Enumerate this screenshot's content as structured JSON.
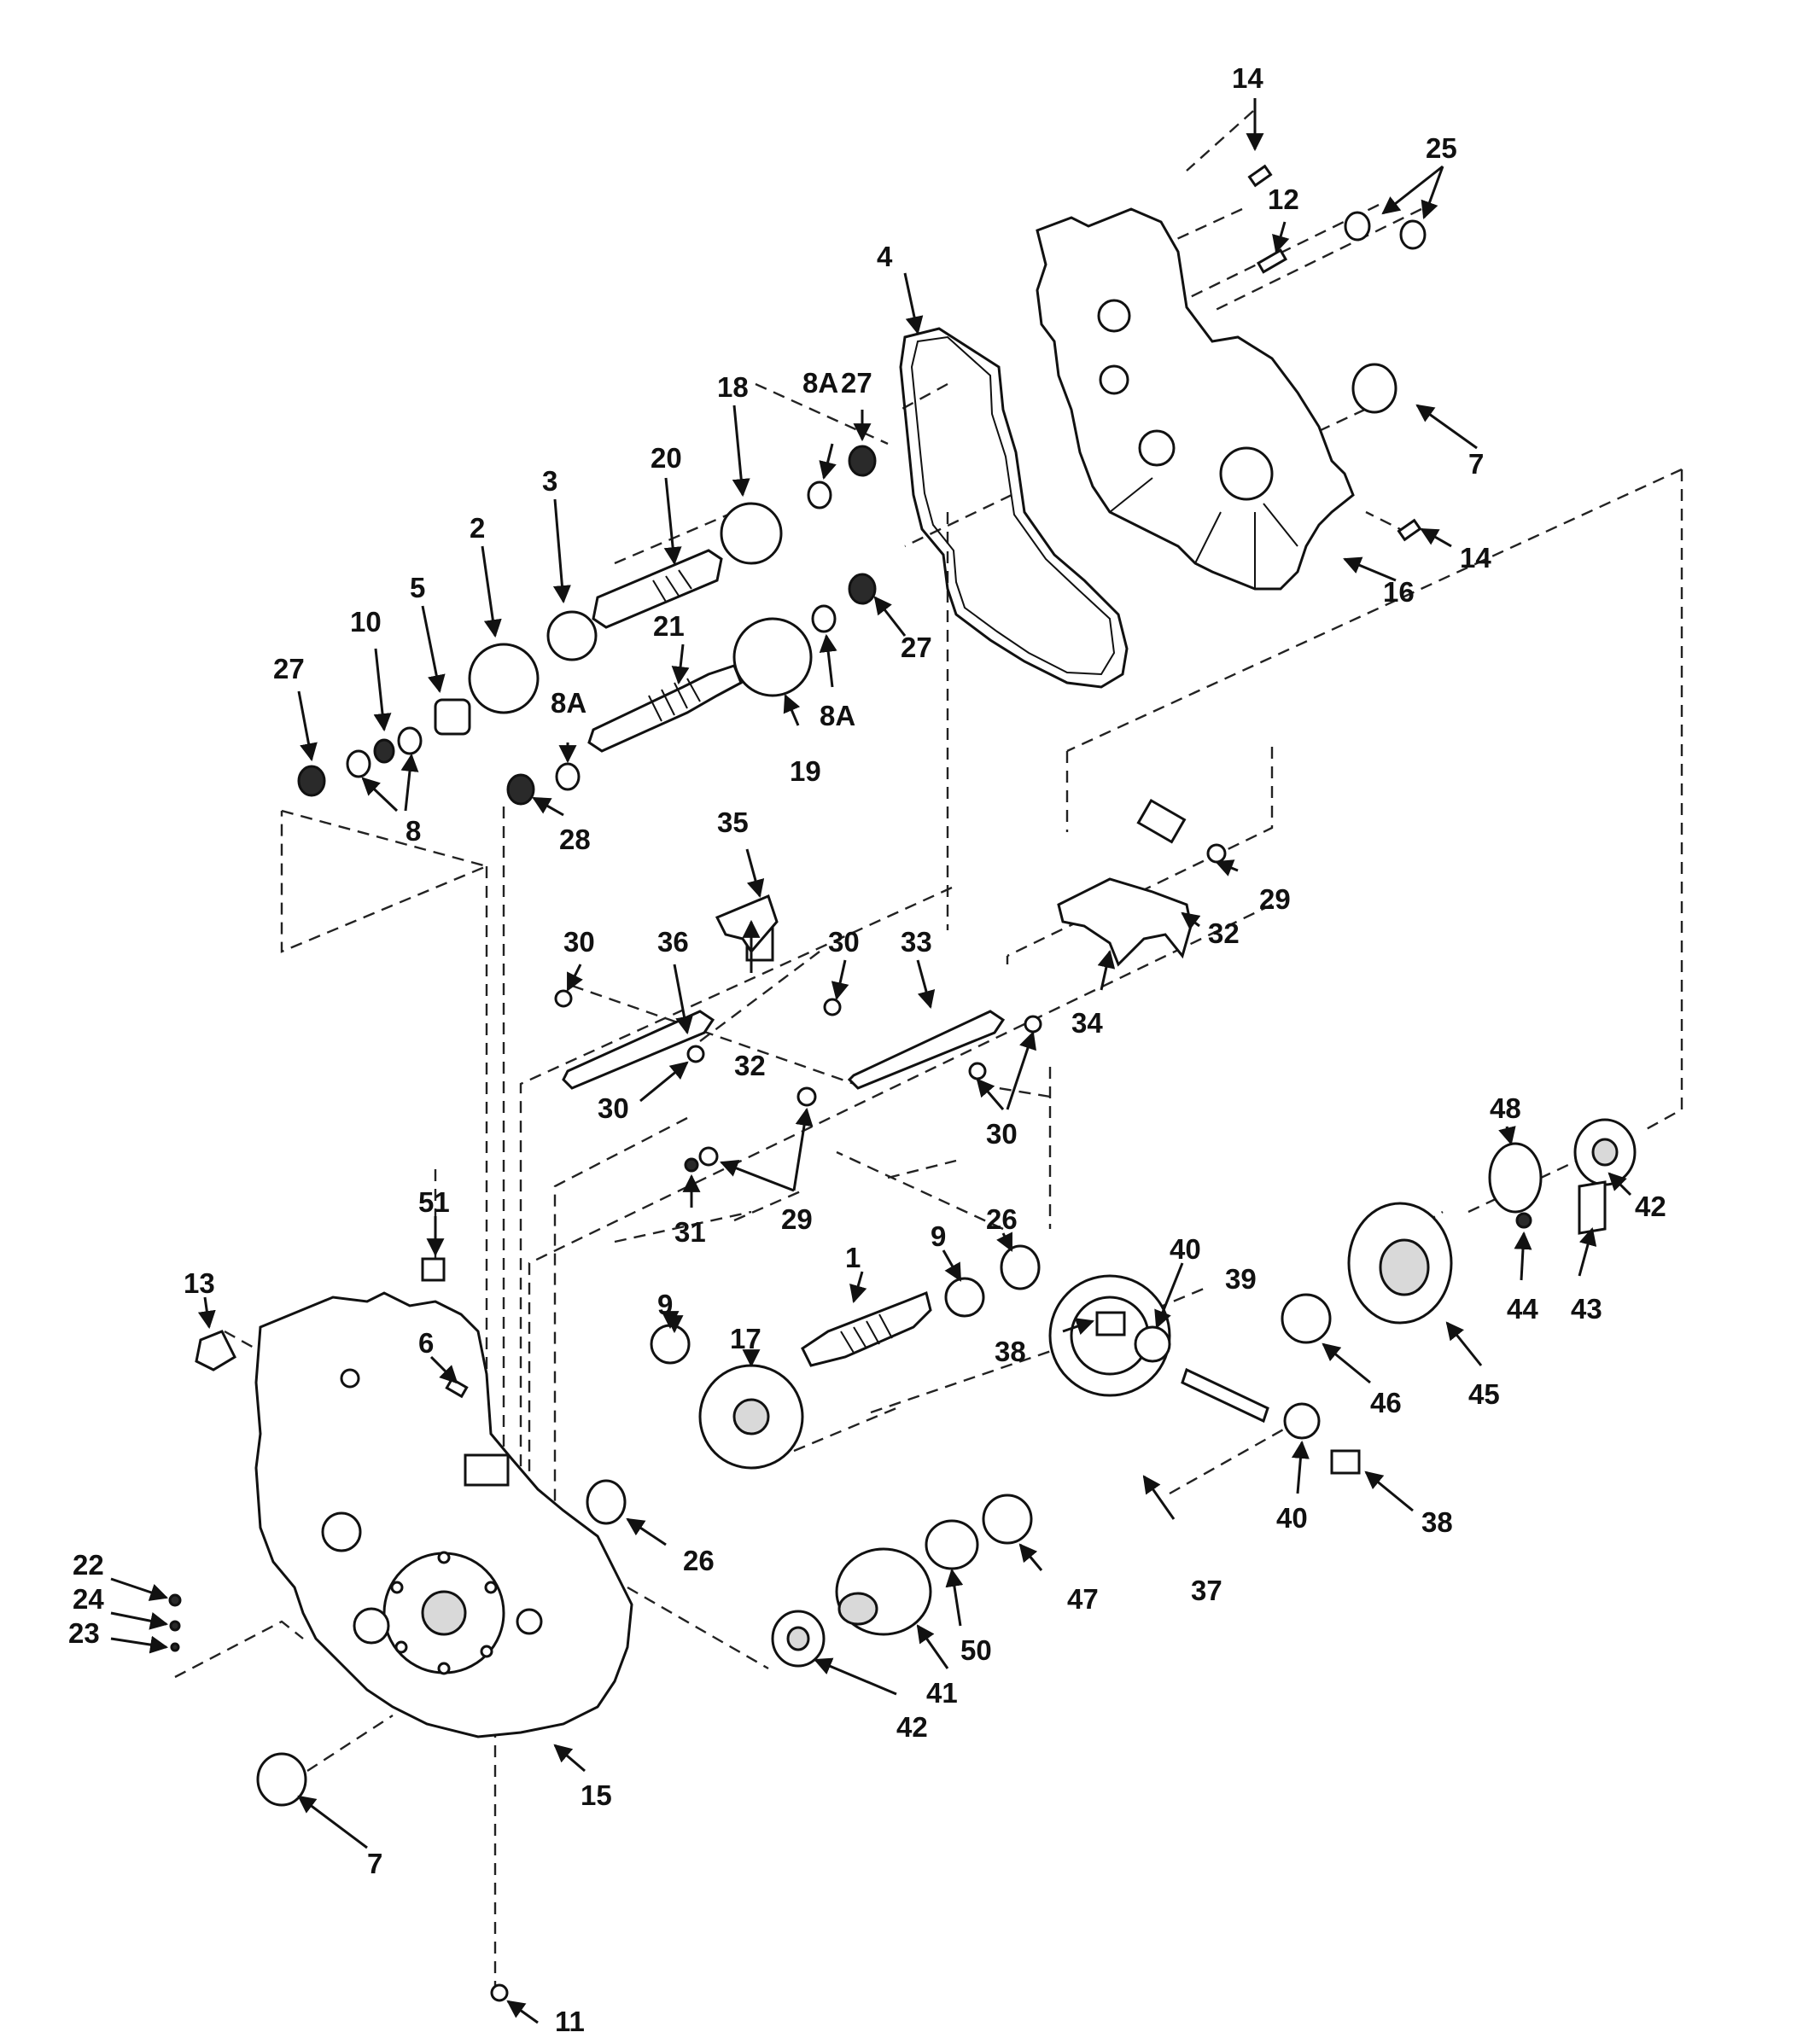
{
  "diagram": {
    "type": "exploded-parts-diagram",
    "callouts": [
      "1",
      "2",
      "3",
      "4",
      "5",
      "6",
      "7",
      "8",
      "8A",
      "9",
      "10",
      "11",
      "12",
      "13",
      "14",
      "15",
      "16",
      "17",
      "18",
      "19",
      "20",
      "21",
      "22",
      "23",
      "24",
      "25",
      "26",
      "27",
      "28",
      "29",
      "30",
      "31",
      "32",
      "33",
      "34",
      "35",
      "36",
      "37",
      "38",
      "39",
      "40",
      "41",
      "42",
      "43",
      "44",
      "45",
      "46",
      "47",
      "48",
      "50",
      "51"
    ]
  },
  "colors": {
    "ink": "#111111",
    "paper": "#ffffff"
  }
}
